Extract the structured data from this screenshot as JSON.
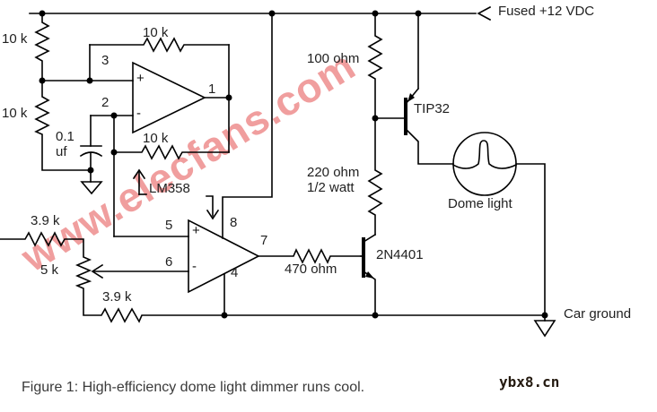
{
  "watermark": {
    "text": "www.elecfans.com",
    "color": "rgba(236,134,134,0.8)"
  },
  "site_credit": "ybx8.cn",
  "caption": "Figure 1: High-efficiency dome light dimmer runs cool.",
  "power": {
    "rail_label": "Fused +12 VDC",
    "ground_label": "Car ground"
  },
  "components": {
    "r1": "10 k",
    "r2": "10 k",
    "r3": "10 k",
    "r4": "10 k",
    "cap_value": "0.1",
    "cap_unit": "uf",
    "r5": "3.9 k",
    "pot": "5 k",
    "r7": "3.9 k",
    "r8": "100 ohm",
    "r9_value": "220 ohm",
    "r9_rating": "1/2 watt",
    "r10": "470 ohm",
    "ic": "LM358",
    "q1": "TIP32",
    "q2": "2N4401",
    "lamp": "Dome light"
  },
  "opamp1": {
    "pin_noninv": "3",
    "pin_inv": "2",
    "pin_out": "1",
    "plus": "+",
    "minus": "-"
  },
  "opamp2": {
    "pin_noninv": "5",
    "pin_inv": "6",
    "pin_out": "7",
    "pin_vplus": "8",
    "pin_vminus": "4",
    "plus": "+",
    "minus": "-"
  }
}
